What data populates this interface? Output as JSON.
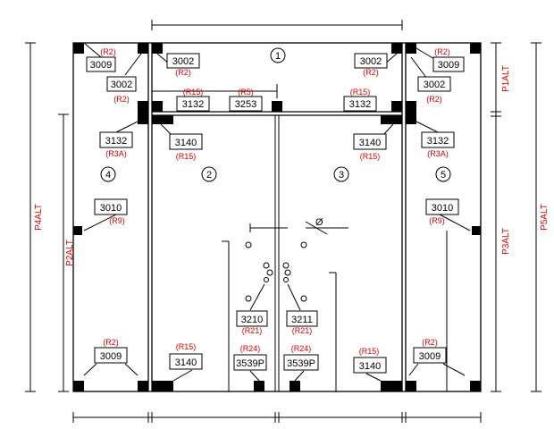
{
  "labels": [
    {
      "code": "3009",
      "ref": "(R2)"
    },
    {
      "code": "3002",
      "ref": "(R2)"
    },
    {
      "code": "3002",
      "ref": "(R2)"
    },
    {
      "code": "3002",
      "ref": "(R2)"
    },
    {
      "code": "3009",
      "ref": "(R2)"
    },
    {
      "code": "3002",
      "ref": "(R2)"
    },
    {
      "code": "3132",
      "ref": "(R15)"
    },
    {
      "code": "3253",
      "ref": "(R5)"
    },
    {
      "code": "3132",
      "ref": "(R15)"
    },
    {
      "code": "3132",
      "ref": "(R3A)"
    },
    {
      "code": "3140",
      "ref": "(R15)"
    },
    {
      "code": "3140",
      "ref": "(R15)"
    },
    {
      "code": "3132",
      "ref": "(R3A)"
    },
    {
      "code": "3010",
      "ref": "(R9)"
    },
    {
      "code": "3010",
      "ref": "(R9)"
    },
    {
      "code": "3210",
      "ref": "(R21)"
    },
    {
      "code": "3211",
      "ref": "(R21)"
    },
    {
      "code": "3009",
      "ref": "(R2)"
    },
    {
      "code": "3140",
      "ref": "(R15)"
    },
    {
      "code": "3539P",
      "ref": "(R24)"
    },
    {
      "code": "3539P",
      "ref": "(R24)"
    },
    {
      "code": "3140",
      "ref": "(R15)"
    },
    {
      "code": "3009",
      "ref": "(R2)"
    }
  ],
  "panels": [
    "1",
    "2",
    "3",
    "4",
    "5"
  ],
  "side_labels": [
    "P4ALT",
    "P2ALT",
    "P1ALT",
    "P3ALT",
    "P5ALT"
  ],
  "diameter_symbol": "Ø"
}
